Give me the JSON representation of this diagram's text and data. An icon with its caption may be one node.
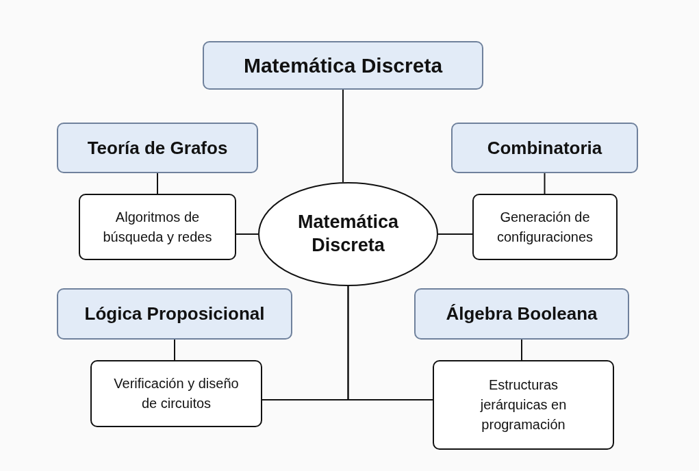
{
  "diagram": {
    "nodes": [
      {
        "text": [
          "Matemática Discreta"
        ]
      },
      {
        "text": [
          "Teoría de Grafos"
        ]
      },
      {
        "text": [
          "Combinatoria"
        ]
      },
      {
        "text": [
          "Algoritmos de búsqueda y redes"
        ]
      },
      {
        "text": [
          "Matemática Discreta"
        ]
      },
      {
        "text": [
          "Generación de configuraciones"
        ]
      },
      {
        "text": [
          "Lógica Proposicional"
        ]
      },
      {
        "text": [
          "Álgebra Booleana"
        ]
      },
      {
        "text": [
          "Verificación y diseño de circuitos"
        ]
      },
      {
        "text": [
          "Estructuras jerárquicas en programación"
        ]
      }
    ],
    "edges": [
      {
        "from": 0,
        "to": 4,
        "arrow": "none"
      },
      {
        "from": 1,
        "to": 3,
        "arrow": "none"
      },
      {
        "from": 2,
        "to": 5,
        "arrow": "none"
      },
      {
        "from": 3,
        "to": 4,
        "arrow": "none"
      },
      {
        "from": 4,
        "to": 5,
        "arrow": "none"
      },
      {
        "from": 6,
        "to": 8,
        "arrow": "none"
      },
      {
        "from": 7,
        "to": 9,
        "arrow": "none"
      },
      {
        "from": 4,
        "to": 8,
        "arrow": "none"
      },
      {
        "from": 4,
        "to": 9,
        "arrow": "none"
      }
    ]
  }
}
